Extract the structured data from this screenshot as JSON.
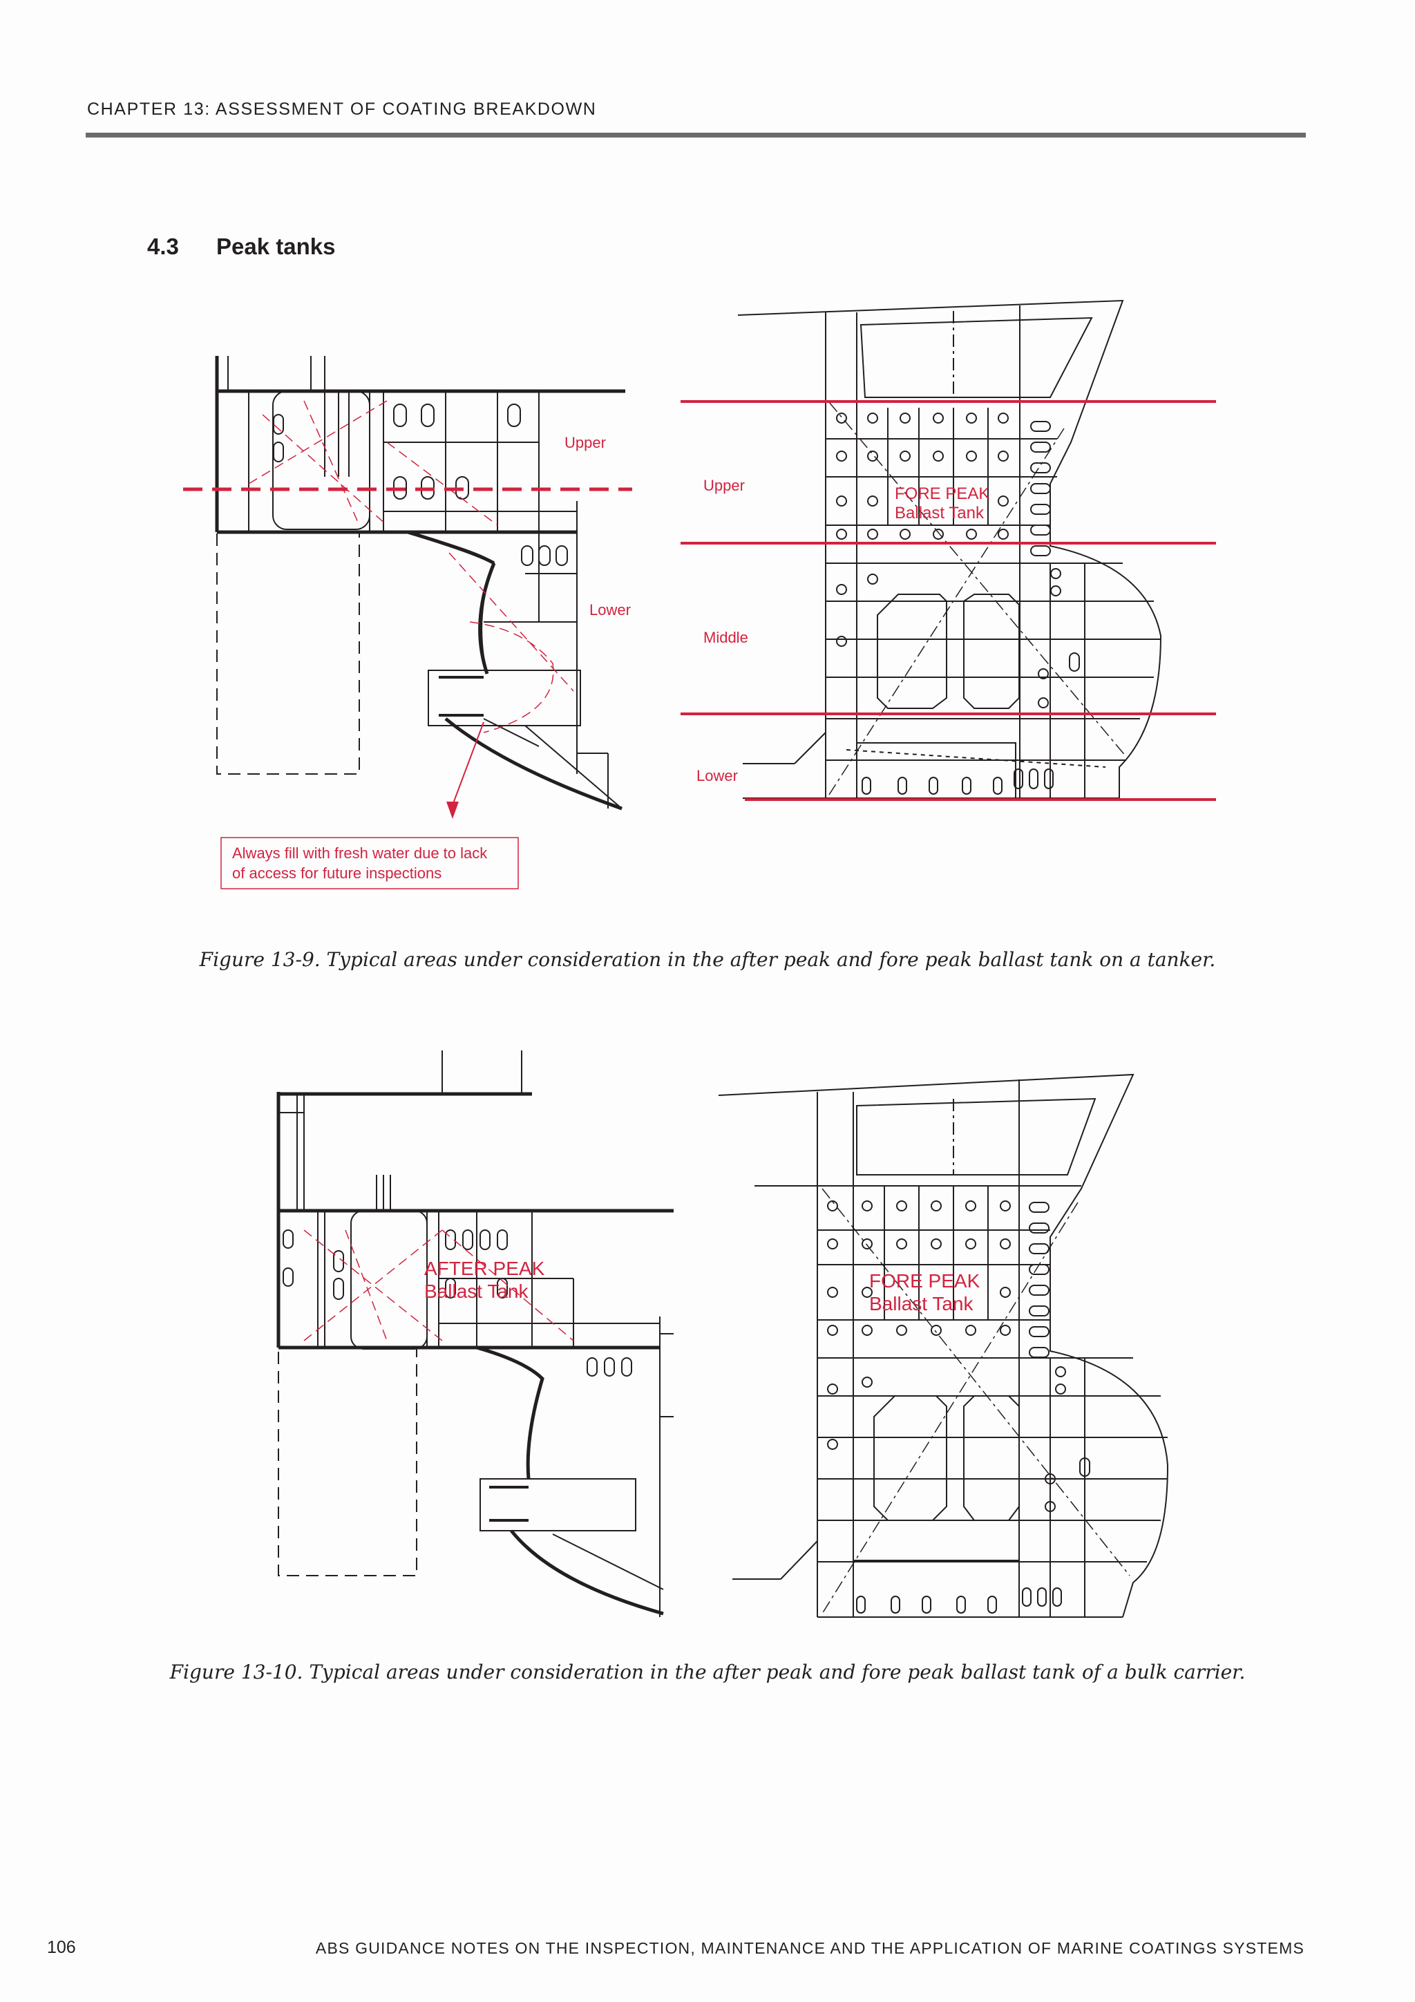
{
  "header": {
    "chapter": "CHAPTER 13:  ASSESSMENT OF COATING BREAKDOWN"
  },
  "section": {
    "number": "4.3",
    "title": "Peak tanks"
  },
  "figure1": {
    "aft_labels": {
      "upper": "Upper",
      "lower": "Lower"
    },
    "fore_labels": {
      "upper": "Upper",
      "middle": "Middle",
      "lower": "Lower"
    },
    "tank_name": "FORE PEAK",
    "tank_sub": "Ballast Tank",
    "note_line1": "Always fill with fresh water due to lack",
    "note_line2": "of access for future inspections",
    "caption": "Figure 13-9. Typical areas under consideration in the after peak and fore peak ballast tank on a tanker."
  },
  "figure2": {
    "aft_tank_name": "AFTER PEAK",
    "aft_tank_sub": "Ballast Tank",
    "fore_tank_name": "FORE PEAK",
    "fore_tank_sub": "Ballast Tank",
    "caption": "Figure 13-10. Typical areas under consideration in the after peak and fore peak ballast tank of a bulk carrier."
  },
  "footer": {
    "page_number": "106",
    "title": "ABS GUIDANCE NOTES ON THE INSPECTION, MAINTENANCE AND THE APPLICATION OF MARINE COATINGS SYSTEMS"
  },
  "colors": {
    "accent_red": "#d2233f",
    "line": "#231f20",
    "rule": "#6b6b6b"
  }
}
